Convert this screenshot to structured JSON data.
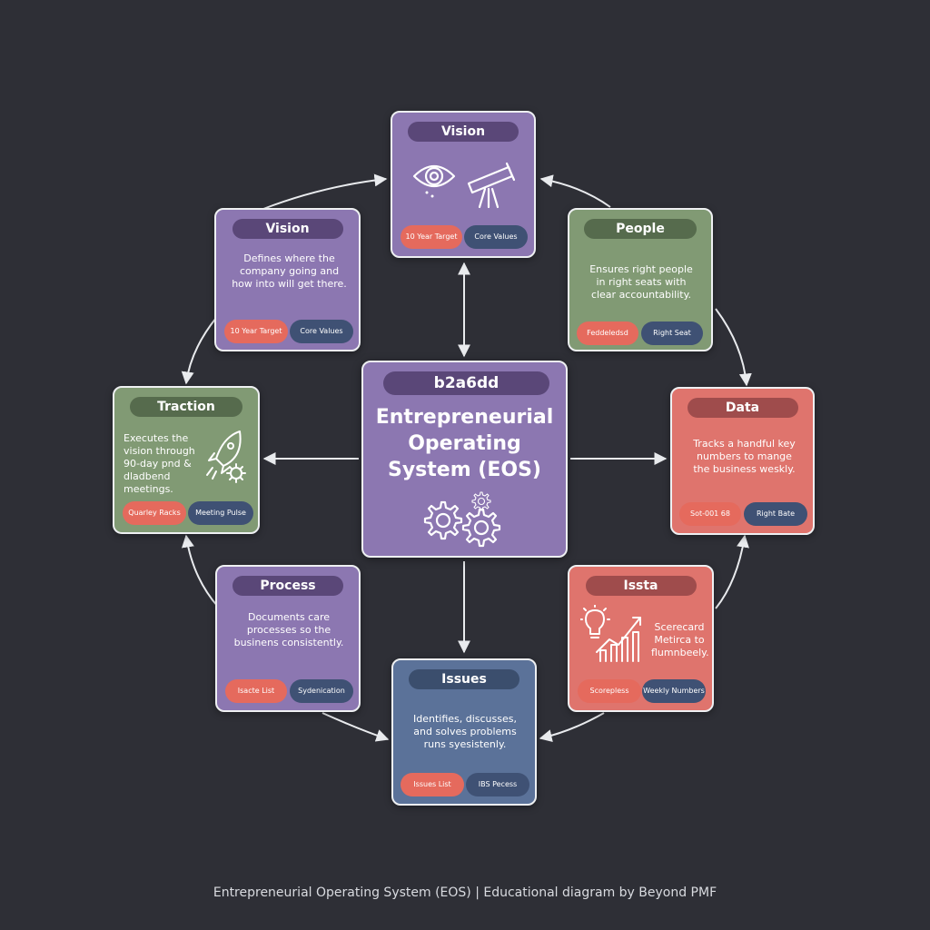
{
  "center": {
    "code": "b2a6dd",
    "title": "Entrepreneurial Operating System (EOS)",
    "icon": "gears-icon"
  },
  "nodes": {
    "vision_top": {
      "title": "Vision",
      "icon": "eye-telescope-icon",
      "pills": [
        "10 Year Target",
        "Core Values"
      ]
    },
    "vision_left": {
      "title": "Vision",
      "description": "Defines where the company going and how into will get there.",
      "pills": [
        "10 Year Target",
        "Core Values"
      ]
    },
    "people": {
      "title": "People",
      "description": "Ensures right people in right seats with clear accountability.",
      "pills": [
        "Feddeledsd",
        "Right Seat"
      ]
    },
    "traction": {
      "title": "Traction",
      "description": "Executes the vision through 90-day pnd & dladbend meetings.",
      "icon": "rocket-gear-icon",
      "pills": [
        "Quarley Racks",
        "Meeting Pulse"
      ]
    },
    "data": {
      "title": "Data",
      "description": "Tracks a handful key numbers to mange the business weskly.",
      "pills": [
        "Sot-001 68",
        "Right Bate"
      ]
    },
    "process": {
      "title": "Process",
      "description": "Documents care processes so the businens consistently.",
      "pills": [
        "Isacte List",
        "Sydenication"
      ]
    },
    "issta": {
      "title": "Issta",
      "description": "Scerecard Metirca to flumnbeely.",
      "icon": "lightbulb-chart-icon",
      "pills": [
        "Scorepless",
        "Weekly Numbers"
      ]
    },
    "issues": {
      "title": "Issues",
      "description": "Identifies, discusses, and solves problems runs syesistenly.",
      "pills": [
        "Issues List",
        "IBS Pecess"
      ]
    }
  },
  "caption": "Entrepreneurial Operating System (EOS) | Educational diagram by Beyond PMF",
  "colors": {
    "background": "#2e2f36",
    "purple": "#8c77b1",
    "green": "#819a74",
    "red": "#df746d",
    "blue": "#5b7299"
  }
}
